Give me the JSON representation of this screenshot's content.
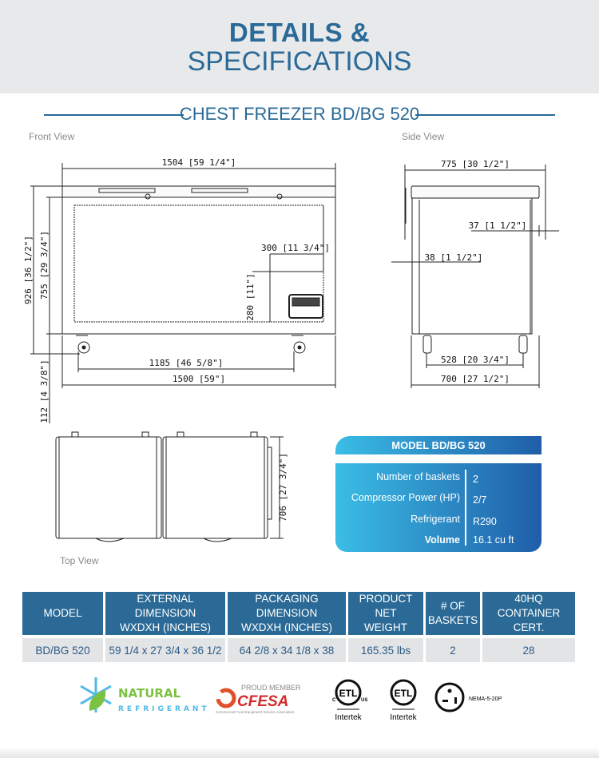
{
  "header": {
    "title_line1": "DETAILS &",
    "title_line2": "SPECIFICATIONS"
  },
  "section_title": "CHEST FREEZER BD/BG 520",
  "views": {
    "front": "Front View",
    "side": "Side View",
    "top": "Top View"
  },
  "front_dims": {
    "overall_width": "1504 [59 1/4\"]",
    "overall_height": "926 [36 1/2\"]",
    "body_height": "755 [29 3/4\"]",
    "caster_height": "112 [4 3/8\"]",
    "inner_width": "300 [11 3/4\"]",
    "inner_height": "280 [11\"]",
    "caster_span": "1185 [46 5/8\"]",
    "body_width": "1500 [59\"]"
  },
  "side_dims": {
    "overall_depth": "775 [30 1/2\"]",
    "rear_offset": "37 [1 1/2\"]",
    "front_offset": "38 [1 1/2\"]",
    "caster_span": "528 [20 3/4\"]",
    "body_depth": "700 [27 1/2\"]"
  },
  "top_dims": {
    "depth": "706 [27 3/4\"]"
  },
  "model_box": {
    "title": "MODEL BD/BG 520",
    "rows": [
      {
        "label": "Number of baskets",
        "value": "2"
      },
      {
        "label": "Compressor Power (HP)",
        "value": "2/7"
      },
      {
        "label": "Refrigerant",
        "value": "R290"
      },
      {
        "label": "Volume",
        "value": "16.1 cu ft"
      }
    ]
  },
  "table": {
    "headers": [
      [
        "MODEL"
      ],
      [
        "EXTERNAL DIMENSION",
        "WXDXH (INCHES)"
      ],
      [
        "PACKAGING DIMENSION",
        "WXDXH (INCHES)"
      ],
      [
        "PRODUCT NET",
        "WEIGHT"
      ],
      [
        "# OF",
        "BASKETS"
      ],
      [
        "40HQ",
        "CONTAINER CERT."
      ]
    ],
    "rows": [
      [
        "BD/BG 520",
        "59 1/4 x 27 3/4 x 36 1/2",
        "64 2/8 x 34 1/8 x 38",
        "165.35 lbs",
        "2",
        "28"
      ]
    ]
  },
  "logos": {
    "natural_line1": "NATURAL",
    "natural_line2": "REFRIGERANT",
    "cfesa_top": "PROUD MEMBER",
    "cfesa_main": "CFESA",
    "cfesa_sub": "Commercial Food Equipment Service Association",
    "etl1_left": "C",
    "etl1_right": "US",
    "etl_mark": "ETL",
    "intertek": "Intertek",
    "nema": "NEMA-5-20P"
  },
  "colors": {
    "brand_blue": "#2a6a98",
    "gradient_start": "#3bbde6",
    "gradient_end": "#1f5ea8",
    "table_header": "#2b6a96"
  }
}
